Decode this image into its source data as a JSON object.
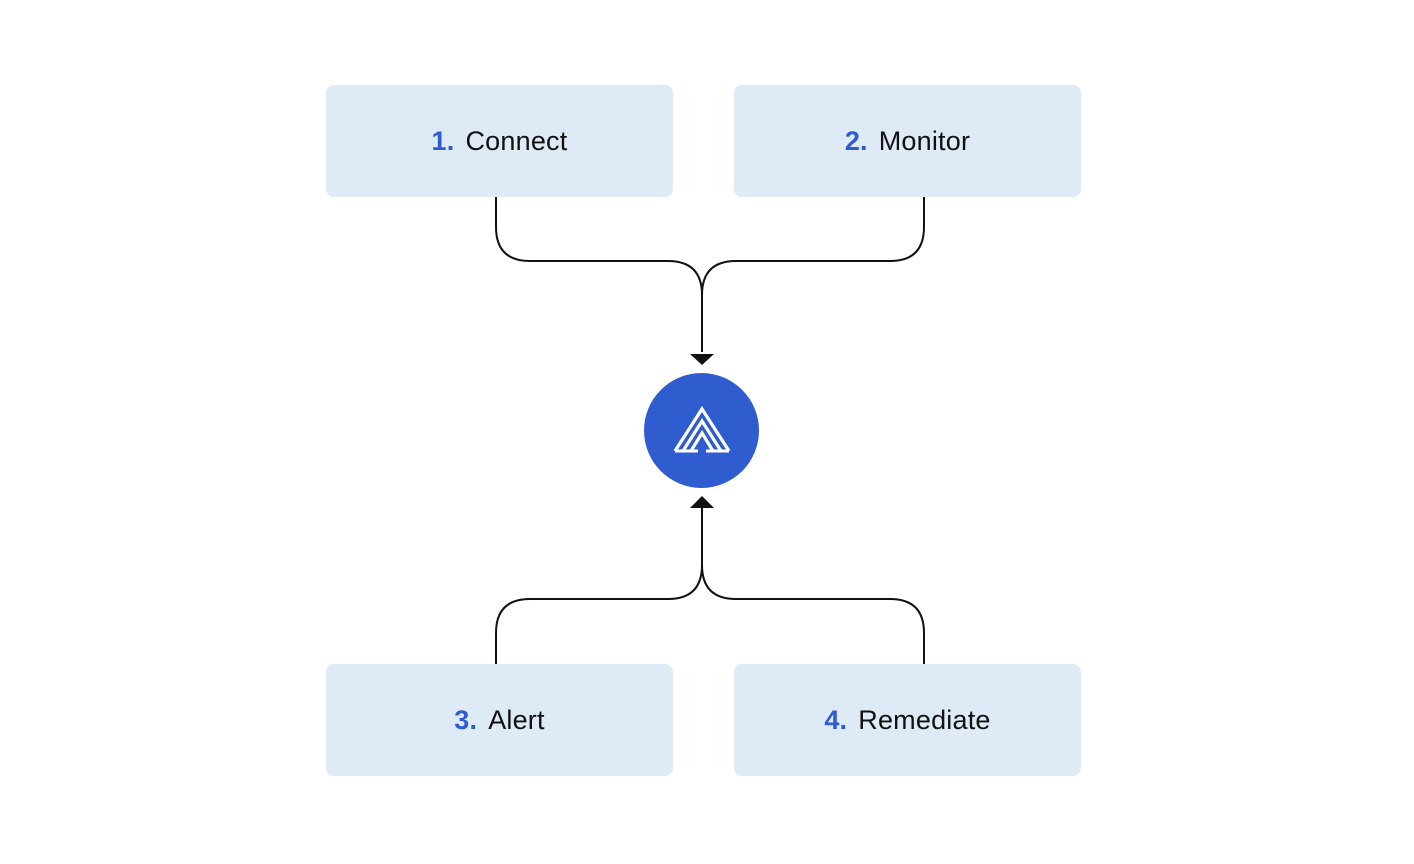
{
  "colors": {
    "box_fill": "#dfeaf7",
    "number_accent": "#2f5ccf",
    "hub_fill": "#2f5ccf",
    "connector": "#111111",
    "logo_stroke": "#ffffff"
  },
  "steps": [
    {
      "number": "1.",
      "label": "Connect"
    },
    {
      "number": "2.",
      "label": "Monitor"
    },
    {
      "number": "3.",
      "label": "Alert"
    },
    {
      "number": "4.",
      "label": "Remediate"
    }
  ],
  "hub": {
    "icon": "triangle-stripes-logo-icon"
  }
}
